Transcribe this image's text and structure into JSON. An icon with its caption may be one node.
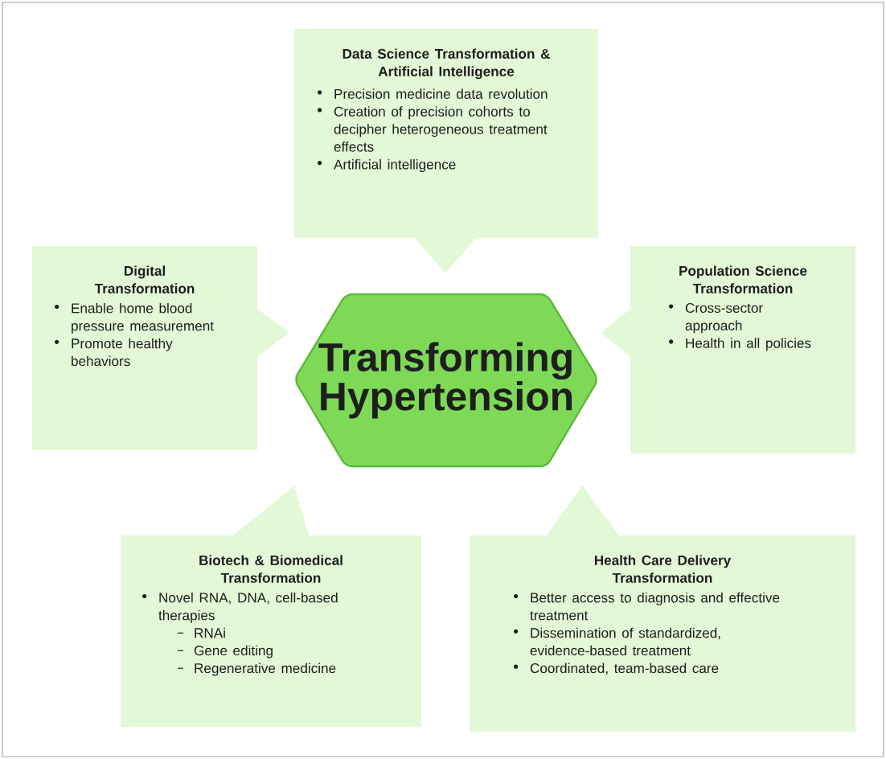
{
  "diagram": {
    "nodes": [
      {
        "text": [
          "Data Science Transformation & Artificial Intelligence",
          "Precision medicine data revolution",
          "Creation of precision cohorts to decipher heterogeneous treatment effects",
          "Artificial intelligence"
        ]
      },
      {
        "text": [
          "Digital Transformation",
          "Enable home blood pressure measurement",
          "Promote healthy behaviors"
        ]
      },
      {
        "text": [
          "Transforming Hypertension"
        ]
      },
      {
        "text": [
          "Population Science Transformation",
          "Cross-sector approach",
          "Health in all policies"
        ]
      },
      {
        "text": [
          "Biotech & Biomedical Transformation",
          "Novel RNA, DNA, cell-based therapies",
          "RNAi",
          "Gene editing",
          "Regenerative medicine"
        ]
      },
      {
        "text": [
          "Health Care Delivery Transformation",
          "Better access to diagnosis and effective treatment",
          "Dissemination of standardized, evidence-based treatment",
          "Coordinated, team-based care"
        ]
      }
    ]
  }
}
